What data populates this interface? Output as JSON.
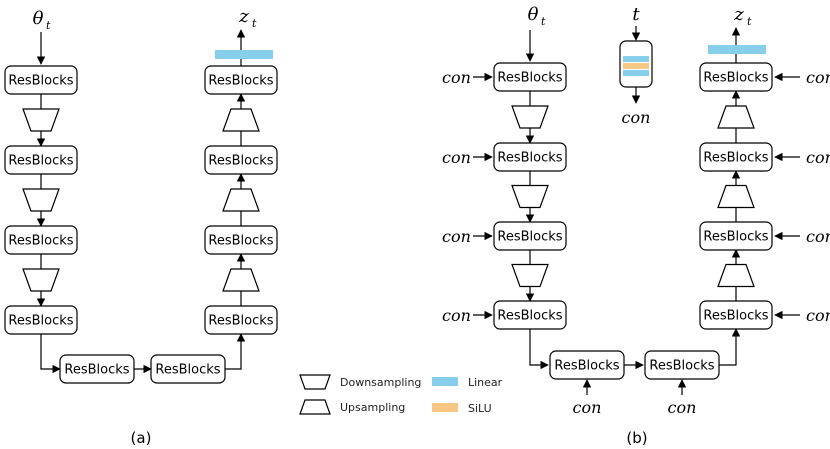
{
  "blocks": {
    "resblock_label": "ResBlocks",
    "con_label": "con"
  },
  "inputs": {
    "theta_symbol": "θ",
    "theta_subscript": "t",
    "z_symbol": "z",
    "z_subscript": "t",
    "t_symbol": "t"
  },
  "legend": {
    "downsampling": "Downsampling",
    "upsampling": "Upsampling",
    "linear": "Linear",
    "silu": "SiLU"
  },
  "colors": {
    "linear": "#87ceeb",
    "silu": "#f9c784"
  },
  "captions": {
    "a": "(a)",
    "b": "(b)"
  }
}
